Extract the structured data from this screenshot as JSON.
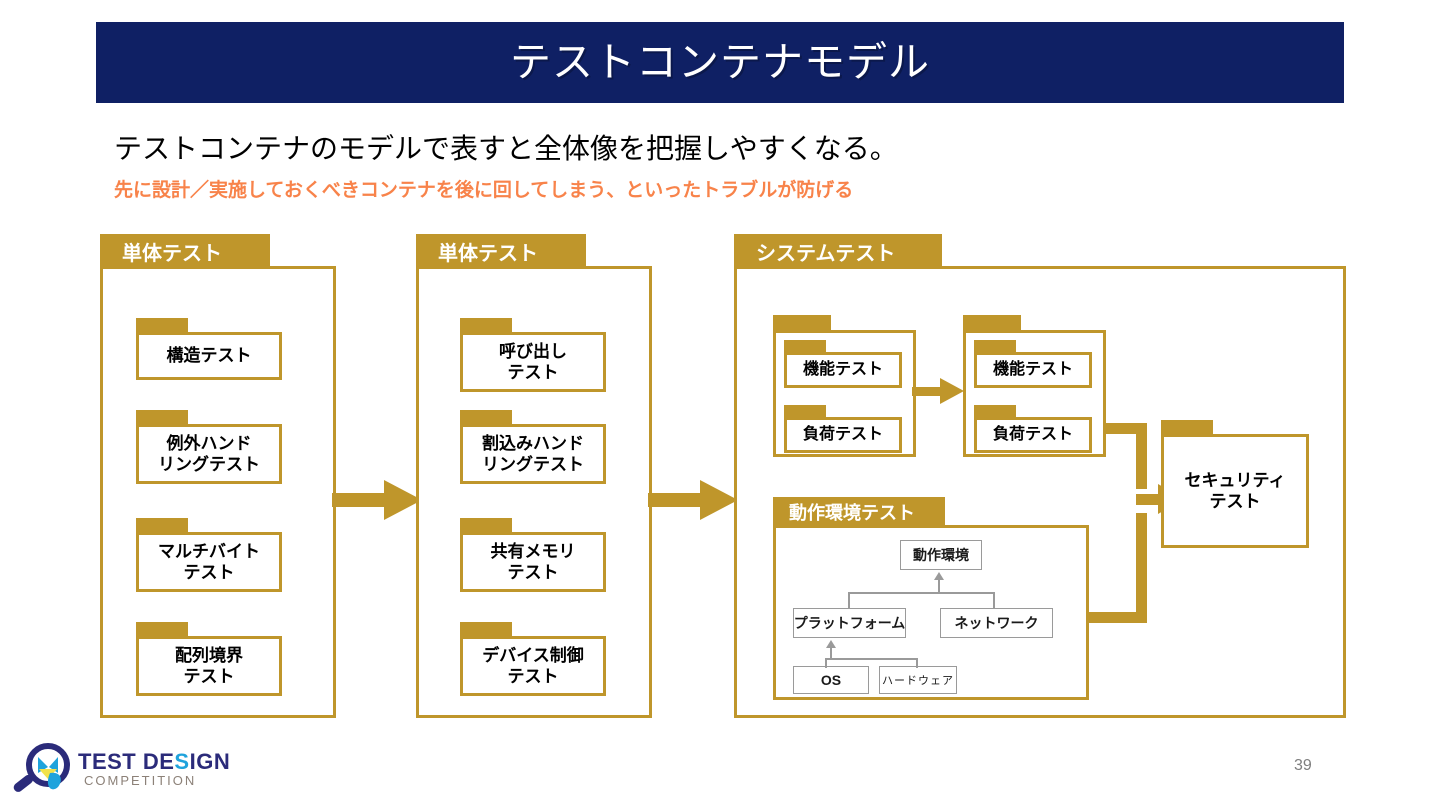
{
  "slide": {
    "title": "テストコンテナモデル",
    "lead": "テストコンテナのモデルで表すと全体像を把握しやすくなる。",
    "lead_sub": "先に設計／実施しておくべきコンテナを後に回してしまう、といったトラブルが防げる",
    "page_number": "39"
  },
  "colors": {
    "title_bar": "#0F2064",
    "accent_gold": "#BF962B",
    "accent_orange": "#F8834A",
    "uml_border": "#9A9A9A",
    "page_number": "#7E7E7E"
  },
  "containers": {
    "unit_test_1": {
      "label": "単体テスト",
      "items": [
        {
          "label": "構造テスト"
        },
        {
          "label": "例外ハンド\nリングテスト",
          "line1": "例外ハンド",
          "line2": "リングテスト"
        },
        {
          "label": "マルチバイト\nテスト",
          "line1": "マルチバイト",
          "line2": "テスト"
        },
        {
          "label": "配列境界\nテスト",
          "line1": "配列境界",
          "line2": "テスト"
        }
      ]
    },
    "unit_test_2": {
      "label": "単体テスト",
      "items": [
        {
          "label": "呼び出し\nテスト",
          "line1": "呼び出し",
          "line2": "テスト"
        },
        {
          "label": "割込みハンド\nリングテスト",
          "line1": "割込みハンド",
          "line2": "リングテスト"
        },
        {
          "label": "共有メモリ\nテスト",
          "line1": "共有メモリ",
          "line2": "テスト"
        },
        {
          "label": "デバイス制御\nテスト",
          "line1": "デバイス制御",
          "line2": "テスト"
        }
      ]
    },
    "system_test": {
      "label": "システムテスト",
      "group_a": {
        "label": "",
        "items": [
          {
            "label": "機能テスト"
          },
          {
            "label": "負荷テスト"
          }
        ]
      },
      "group_b": {
        "label": "",
        "items": [
          {
            "label": "機能テスト"
          },
          {
            "label": "負荷テスト"
          }
        ]
      },
      "env_test": {
        "label": "動作環境テスト",
        "nodes": [
          {
            "id": "env",
            "label": "動作環境"
          },
          {
            "id": "platform",
            "label": "プラットフォーム"
          },
          {
            "id": "network",
            "label": "ネットワーク"
          },
          {
            "id": "os",
            "label": "OS"
          },
          {
            "id": "hardware",
            "label": "ハードウェア"
          }
        ]
      }
    },
    "security_test": {
      "line1": "セキュリティ",
      "line2": "テスト"
    }
  },
  "logo": {
    "word_test": "TEST DE",
    "word_accent": "S",
    "word_tail": "IGN",
    "word_sub": "COMPETITION"
  }
}
